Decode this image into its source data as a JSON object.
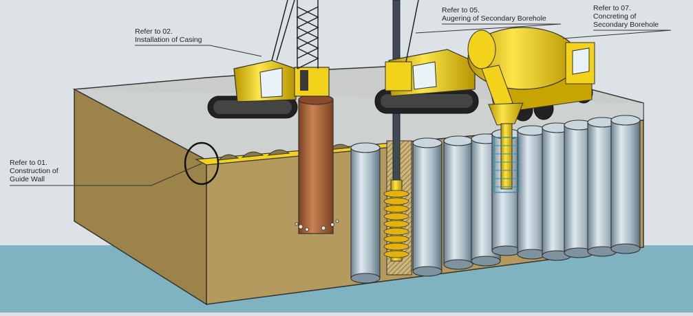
{
  "callouts": [
    {
      "id": "01",
      "ref": "Refer to 01.",
      "lines": [
        "Construction of",
        "Guide Wall"
      ]
    },
    {
      "id": "02",
      "ref": "Refer to 02.",
      "lines": [
        "Installation of Casing"
      ]
    },
    {
      "id": "05",
      "ref": "Refer to 05.",
      "lines": [
        "Augering of Secondary Borehole"
      ]
    },
    {
      "id": "07",
      "ref": "Refer to 07.",
      "lines": [
        "Concreting of",
        "Secondary Borehole"
      ]
    }
  ],
  "colors": {
    "background": "#dde2e6",
    "ground_band": "#7fb3c2",
    "soil": "#b49a5e",
    "soil_dark": "#9c834a",
    "ground_top": "#c9ccca",
    "machine_yellow": "#f3d21c",
    "casing": "#b46a3d",
    "pile_gray": "#9eb2bd"
  }
}
